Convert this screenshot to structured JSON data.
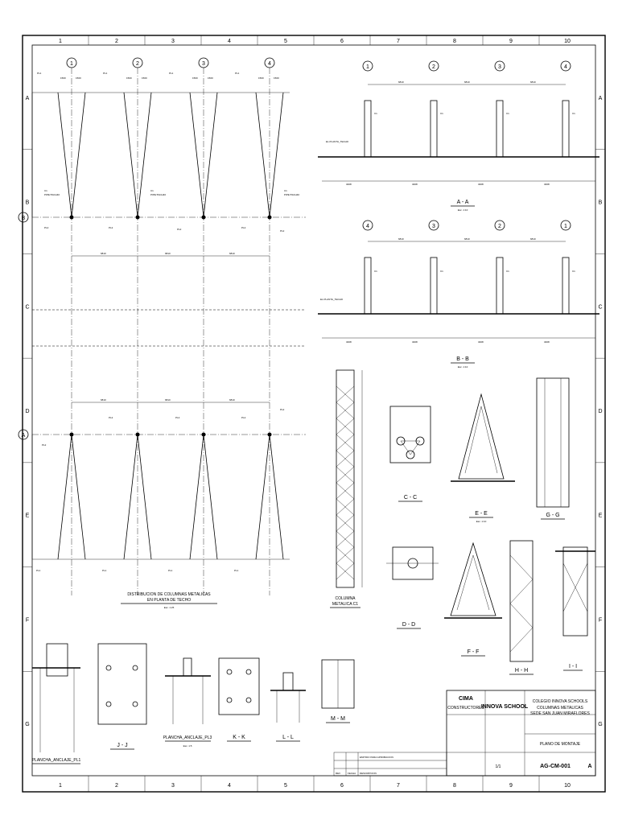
{
  "grid": {
    "columns": [
      "1",
      "2",
      "3",
      "4",
      "5",
      "6",
      "7",
      "8",
      "9",
      "10"
    ],
    "rows": [
      "A",
      "B",
      "C",
      "D",
      "E",
      "F",
      "G"
    ]
  },
  "axes_numbers": [
    "1",
    "2",
    "3",
    "4"
  ],
  "axes_letters": [
    "A",
    "B"
  ],
  "labels": {
    "pl1": "PL1",
    "pl2": "PL2",
    "pl3": "PL3",
    "c1": "C1",
    "pipe": "PIPE 5SCH40",
    "dim_1500": "1500",
    "dim_6810": "6810",
    "dim_3408": "3408",
    "nivel": "EL.PLANTA_TECHO"
  },
  "titles": {
    "plan_line1": "DISTRIBUCION DE COLUMNAS METALICAS",
    "plan_line2": "EN PLANTA DE TECHO",
    "plan_scale": "Esc. 1:25",
    "section_aa": "A - A",
    "section_bb": "B - B",
    "section_cc": "C - C",
    "section_dd": "D - D",
    "section_ee": "E - E",
    "section_ff": "F - F",
    "section_gg": "G - G",
    "section_hh": "H - H",
    "section_ii": "I - I",
    "section_jj": "J - J",
    "section_kk": "K - K",
    "section_ll": "L - L",
    "section_mm": "M - M",
    "col_line1": "COLUMNA",
    "col_line2": "METALICA C1",
    "plancha_pl1": "PLANCHA_ANCLAJE_PL1",
    "plancha_pl3": "PLANCHA_ANCLAJE_PL3",
    "scale_110": "Esc. 1:10",
    "scale_15": "Esc. 1:5"
  },
  "title_block": {
    "contractor_line1": "CIMA",
    "contractor_line2": "CONSTRUCTORES",
    "client": "INNOVA SCHOOL",
    "project_line1": "COLEGIO INNOVA SCHOOLS",
    "project_line2": "COLUMNAS METALICAS",
    "project_line3": "SEDE SAN JUAN MIRAFLORES",
    "sheet_title": "PLANO DE MONTAJE",
    "drawing_no": "AG-CM-001",
    "revision": "A",
    "sheet_of": "1/1",
    "status": "EMITIDO PARA APROBACION",
    "rev_col": "REV",
    "date_col": "FECHA",
    "desc_col": "DESCRIPCION"
  }
}
